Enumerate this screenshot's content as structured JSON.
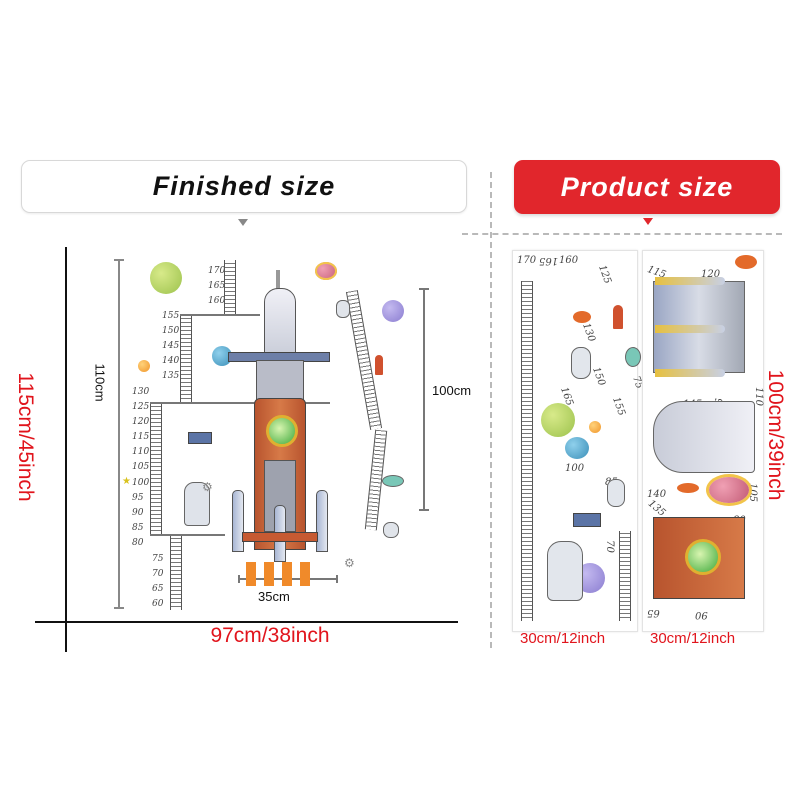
{
  "headers": {
    "finished": "Finished size",
    "product": "Product size"
  },
  "finished": {
    "height_label": "115cm/45inch",
    "width_label": "97cm/38inch",
    "chart_height_label": "110cm",
    "rocket_height_label": "100cm",
    "rocket_width_label": "35cm",
    "height_ticks": [
      "170",
      "165",
      "160",
      "155",
      "150",
      "145",
      "140",
      "135",
      "130",
      "125",
      "120",
      "115",
      "110",
      "105",
      "100",
      "95",
      "90",
      "85",
      "80",
      "75",
      "70",
      "65",
      "60"
    ]
  },
  "product": {
    "height_label": "100cm/39inch",
    "panels": [
      {
        "caption": "30cm/12inch",
        "ticks": [
          "170",
          "165",
          "160",
          "125",
          "130",
          "150",
          "165",
          "155",
          "75",
          "100",
          "85",
          "70"
        ]
      },
      {
        "caption": "30cm/12inch",
        "ticks": [
          "115",
          "120",
          "110",
          "145",
          "90",
          "140",
          "135",
          "105",
          "80",
          "65",
          "90"
        ]
      }
    ]
  },
  "colors": {
    "accent_red": "#e1262c",
    "dimension_red": "#e1141c",
    "rocket_orange": "#c8643a",
    "planet_green": "#a8cc5a",
    "planet_blue": "#4aa3c8",
    "planet_purple": "#9b8fd6",
    "planet_pink": "#d26a84"
  }
}
